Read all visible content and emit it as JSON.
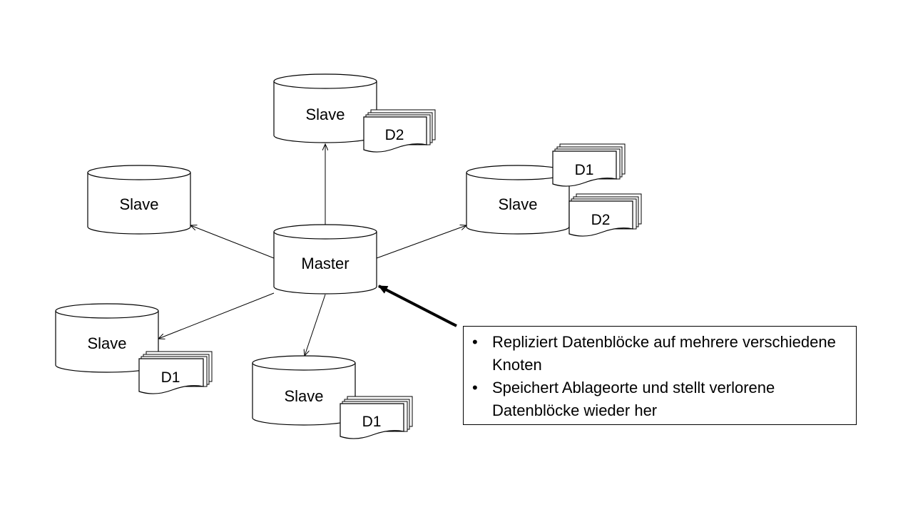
{
  "diagram": {
    "master": {
      "label": "Master"
    },
    "slaves": [
      {
        "id": "slave-top",
        "label": "Slave",
        "documents": [
          "D2"
        ]
      },
      {
        "id": "slave-left",
        "label": "Slave",
        "documents": []
      },
      {
        "id": "slave-right",
        "label": "Slave",
        "documents": [
          "D1",
          "D2"
        ]
      },
      {
        "id": "slave-bottom-left",
        "label": "Slave",
        "documents": [
          "D1"
        ]
      },
      {
        "id": "slave-bottom",
        "label": "Slave",
        "documents": [
          "D1"
        ]
      }
    ],
    "note": {
      "items": [
        "Repliziert Datenblöcke auf mehrere verschiedene Knoten",
        "Speichert Ablageorte und stellt verlorene Datenblöcke wieder her"
      ]
    }
  }
}
